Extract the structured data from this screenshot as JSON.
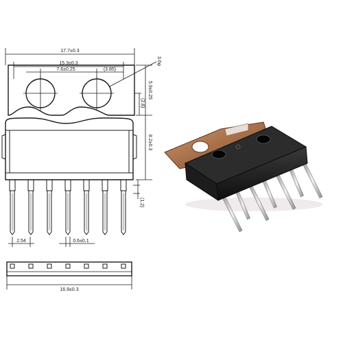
{
  "drawing": {
    "dimensions": {
      "total_width": "17.7±0.3",
      "hole_span": "15.3±0.3",
      "hole_offset": "7.6±0.25",
      "hole_offset_ref": "(3.85)",
      "hole_diameter": "3.6φ",
      "tab_height": "5.9±0.25",
      "tab_height_ref": "(2.8)",
      "body_height": "8.2±0.3",
      "lead_offset": "(1.2)",
      "pin_pitch": "2.54",
      "pin_width": "0.6±0.1",
      "bottom_width": "16.9±0.3"
    },
    "pin_count": 7
  },
  "photo": {
    "pin_count": 7
  },
  "colors": {
    "line": "#1a1a1a",
    "body": "#141414",
    "copper": "#b07a52",
    "lead": "#d8d8d8"
  }
}
